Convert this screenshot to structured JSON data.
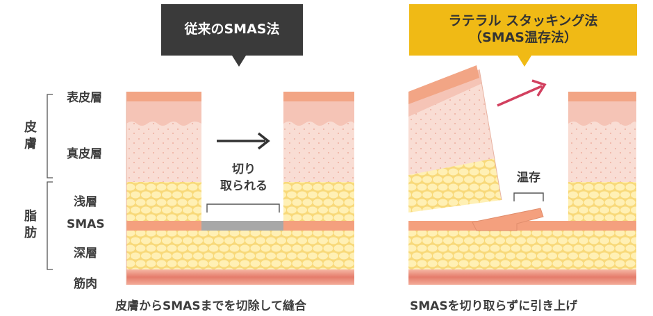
{
  "callouts": {
    "conventional": "従来のSMAS法",
    "lateral_line1": "ラテラル スタッキング法",
    "lateral_line2": "（SMAS温存法）"
  },
  "layer_labels": {
    "epidermis": "表皮層",
    "dermis": "真皮層",
    "superficial": "浅層",
    "smas": "SMAS",
    "deep": "深層",
    "muscle": "筋肉"
  },
  "group_labels": {
    "skin_top": "皮",
    "skin_bottom": "膚",
    "fat_top": "脂",
    "fat_bottom": "肪"
  },
  "left_panel": {
    "cut_line1": "切り",
    "cut_line2": "取られる",
    "caption": "皮膚からSMASまでを切除して縫合"
  },
  "right_panel": {
    "preserve_label": "温存",
    "caption": "SMASを切り取らずに引き上げ"
  },
  "colors": {
    "epidermis": "#f2a585",
    "dermis": "#f9ded6",
    "fat": "#fbe59a",
    "fat_bubble": "#fff3c5",
    "smas": "#f4a07e",
    "smas_cut": "#a8a8a8",
    "muscle": "#e57f6e",
    "arrow_dark": "#333333",
    "arrow_pink": "#d2405f",
    "callout_dark": "#3a3a3a",
    "callout_yellow": "#f0ba15"
  }
}
